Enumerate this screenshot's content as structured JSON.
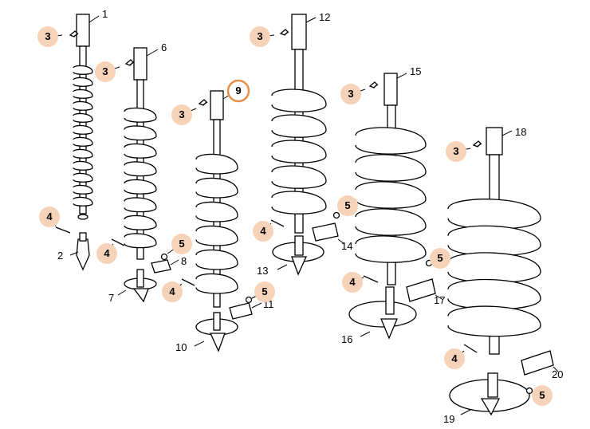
{
  "colors": {
    "bubble_fill": "#f6d2b8",
    "highlight_ring": "#e8904a",
    "line": "#000000",
    "part_fill": "#ffffff"
  },
  "callouts": {
    "c1": "1",
    "c2": "2",
    "c3": "3",
    "c4": "4",
    "c5": "5",
    "c6": "6",
    "c7": "7",
    "c8": "8",
    "c9": "9",
    "c10": "10",
    "c11": "11",
    "c12": "12",
    "c13": "13",
    "c14": "14",
    "c15": "15",
    "c16": "16",
    "c17": "17",
    "c18": "18",
    "c19": "19",
    "c20": "20"
  },
  "highlighted_callout": "9"
}
